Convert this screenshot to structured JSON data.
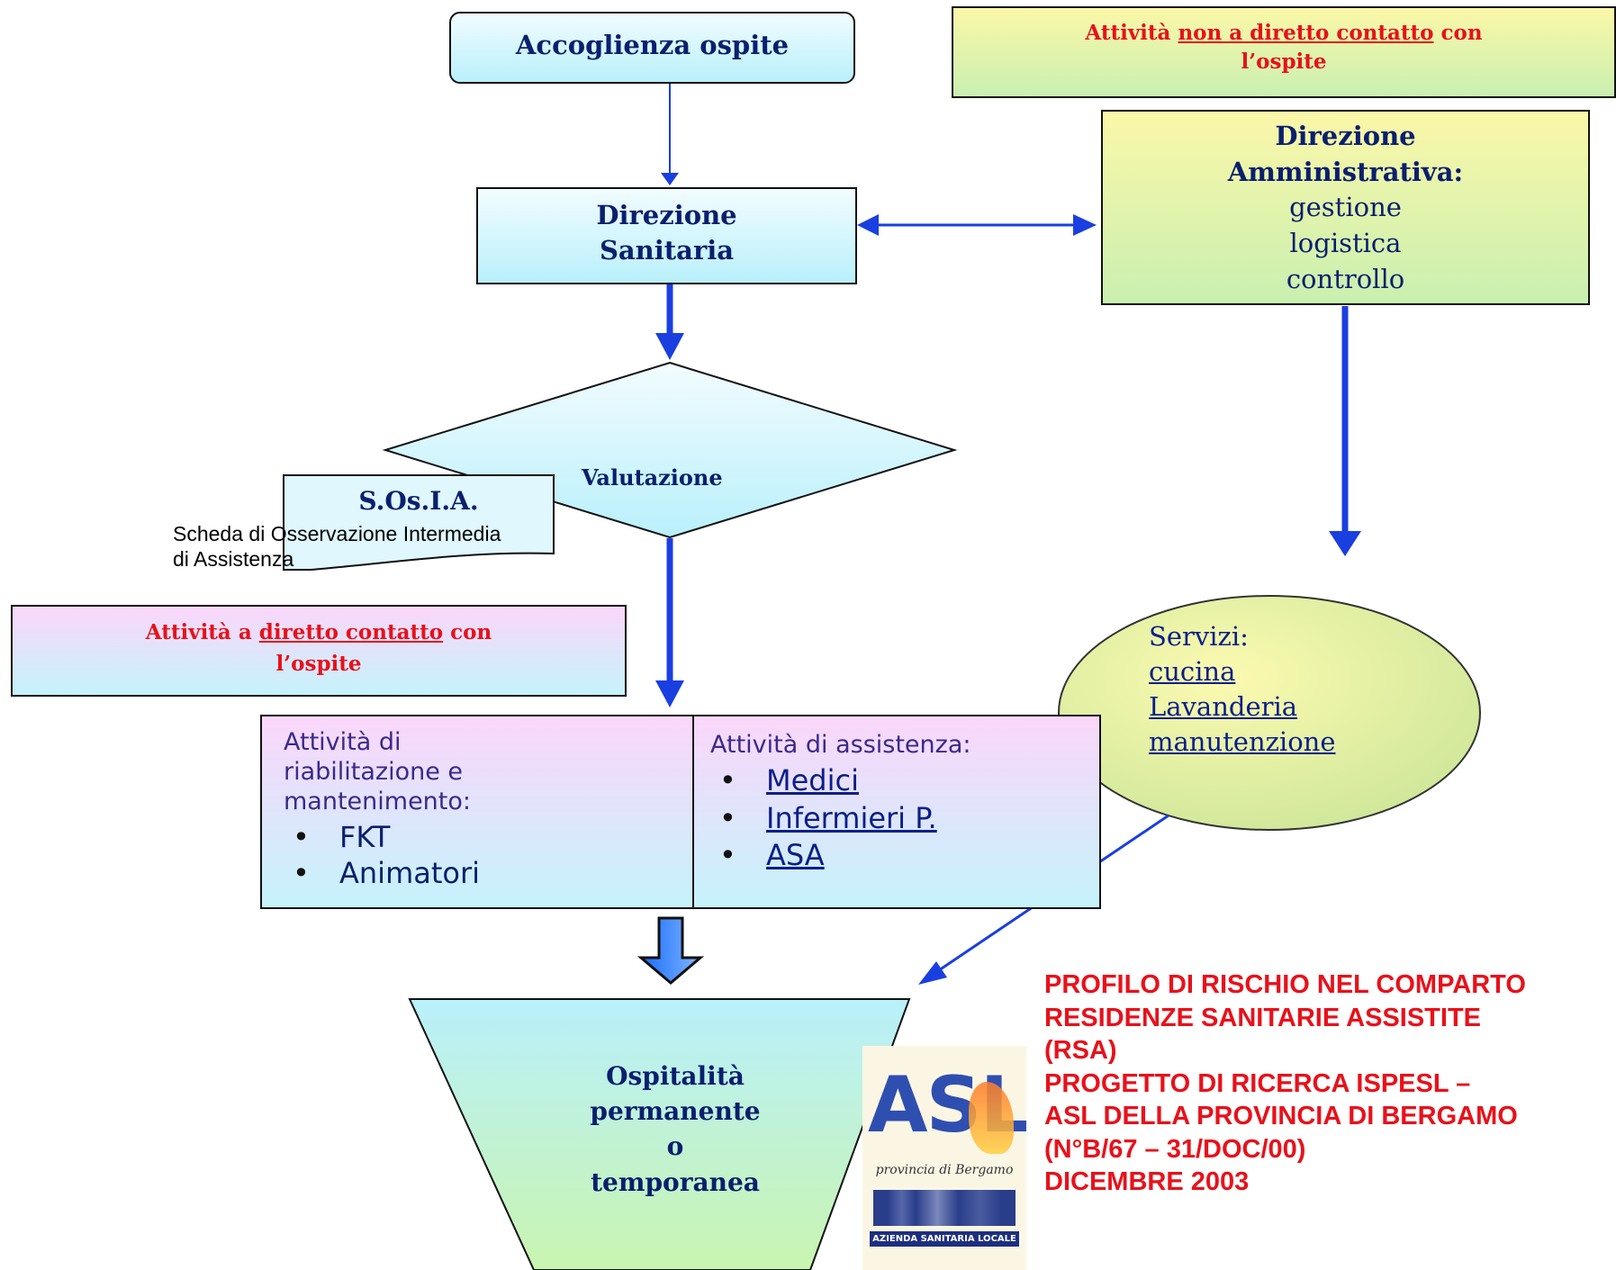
{
  "accoglienza": {
    "label": "Accoglienza ospite"
  },
  "non_diretto": {
    "prefix": "Attività ",
    "underlined": "non a diretto contatto",
    "suffix": " con",
    "line2": "l’ospite"
  },
  "direzione_sanitaria": {
    "line1": "Direzione",
    "line2": "Sanitaria"
  },
  "direzione_amministrativa": {
    "line1": "Direzione",
    "line2": "Amministrativa:",
    "items": [
      "gestione",
      "logistica",
      "controllo"
    ]
  },
  "valutazione": {
    "label": "Valutazione"
  },
  "sosia": {
    "title": "S.Os.I.A.",
    "line1": "Scheda di Osservazione Intermedia",
    "line2": "di Assistenza"
  },
  "diretto": {
    "prefix": "Attività a ",
    "underlined": "diretto contatto",
    "suffix": " con",
    "line2": "l’ospite"
  },
  "servizi": {
    "title": "Servizi:",
    "items": [
      "cucina",
      "Lavanderia",
      "manutenzione"
    ]
  },
  "riabilitazione": {
    "line1": "Attività di",
    "line2": "riabilitazione e",
    "line3": "mantenimento:",
    "items": [
      "FKT",
      "Animatori"
    ]
  },
  "assistenza": {
    "heading": "Attività di assistenza:",
    "items": [
      "Medici",
      "Infermieri P.",
      "ASA"
    ]
  },
  "ospitalita": {
    "lines": [
      "Ospitalità",
      "permanente",
      "o",
      "temporanea"
    ]
  },
  "footer": {
    "lines": [
      "PROFILO DI RISCHIO NEL COMPARTO",
      "RESIDENZE SANITARIE ASSISTITE",
      "(RSA)",
      "PROGETTO DI RICERCA ISPESL –",
      "ASL DELLA PROVINCIA DI BERGAMO",
      "(N°B/67 – 31/DOC/00)",
      "DICEMBRE 2003"
    ]
  },
  "logo": {
    "text": "ASL",
    "subtitle": "provincia di Bergamo",
    "bottom": "AZIENDA SANITARIA LOCALE"
  },
  "colors": {
    "navy": "#0a1f6e",
    "red": "#e8111a",
    "arrow": "#1a3fe0"
  }
}
